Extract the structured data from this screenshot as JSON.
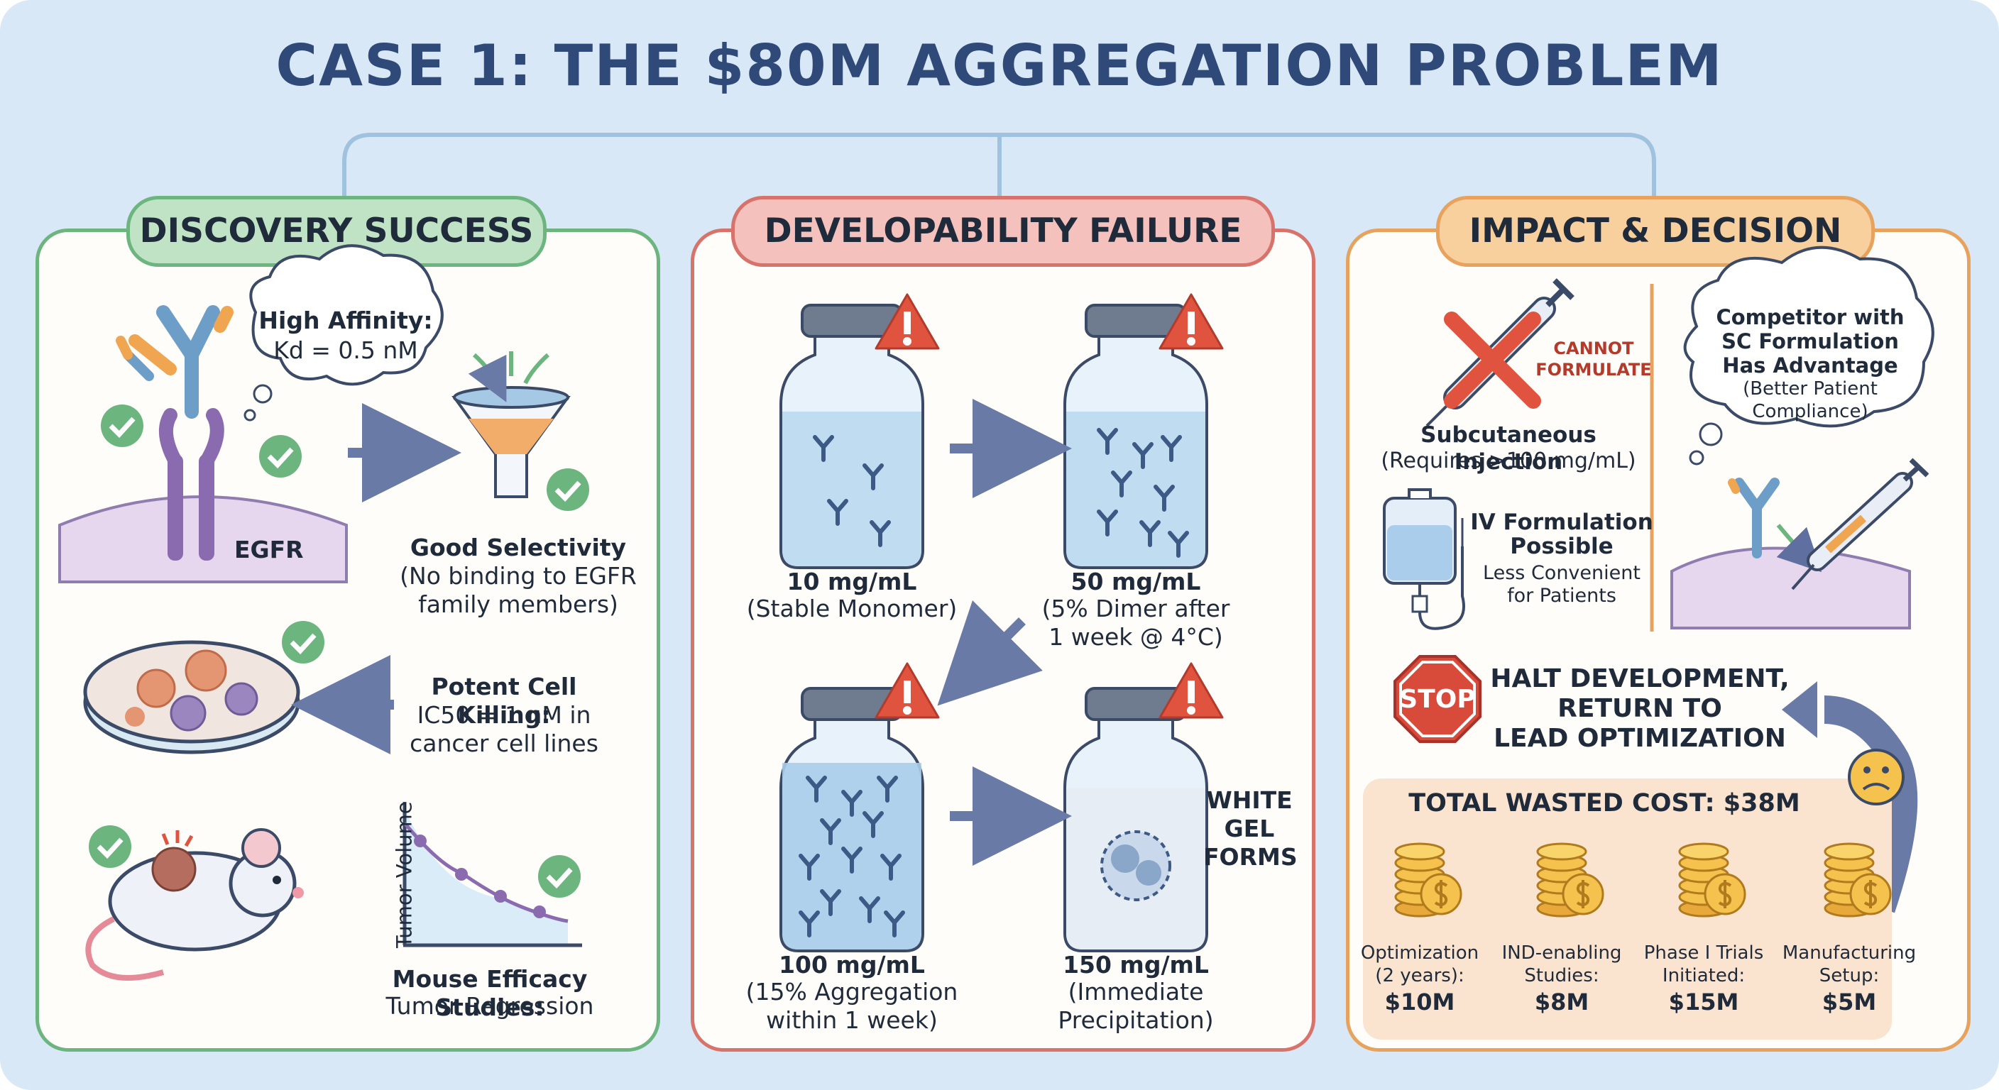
{
  "title": "CASE 1: THE $80M AGGREGATION PROBLEM",
  "colors": {
    "background": "#d8e8f6",
    "title": "#2f4a78",
    "success": "#6db57e",
    "failure": "#d8736c",
    "impact": "#e7a35e"
  },
  "discovery": {
    "header": "DISCOVERY SUCCESS",
    "affinity_title": "High Affinity:",
    "affinity_value": "Kd = 0.5 nM",
    "receptor_label": "EGFR",
    "selectivity_title": "Good Selectivity",
    "selectivity_line1": "(No binding to EGFR",
    "selectivity_line2": "family members)",
    "killing_title": "Potent Cell Killing:",
    "killing_line1": "IC50 = 1 nM in",
    "killing_line2": "cancer cell lines",
    "graph_ylabel": "Tumor Volume",
    "efficacy_title": "Mouse Efficacy Studies:",
    "efficacy_sub": "Tumor Regression",
    "icons": [
      "antibody-icon",
      "checkmark-icon",
      "funnel-icon",
      "petri-dish-icon",
      "mouse-icon"
    ]
  },
  "developability": {
    "header": "DEVELOPABILITY FAILURE",
    "vials": [
      {
        "conc": "10 mg/mL",
        "line1": "(Stable Monomer)",
        "line2": ""
      },
      {
        "conc": "50 mg/mL",
        "line1": "(5% Dimer after",
        "line2": "1 week @ 4°C)"
      },
      {
        "conc": "100 mg/mL",
        "line1": "(15% Aggregation",
        "line2": "within 1 week)"
      },
      {
        "conc": "150 mg/mL",
        "line1": "(Immediate",
        "line2": "Precipitation)"
      }
    ],
    "gel_label_1": "WHITE",
    "gel_label_2": "GEL",
    "gel_label_3": "FORMS",
    "icons": [
      "vial-icon",
      "warning-icon",
      "arrow-icon"
    ]
  },
  "impact": {
    "header": "IMPACT & DECISION",
    "cannot_1": "CANNOT",
    "cannot_2": "FORMULATE",
    "subq_title": "Subcutaneous Injection",
    "subq_sub": "(Requires >100 mg/mL)",
    "iv_title_1": "IV Formulation",
    "iv_title_2": "Possible",
    "iv_sub_1": "Less Convenient",
    "iv_sub_2": "for Patients",
    "competitor_1": "Competitor with",
    "competitor_2": "SC Formulation",
    "competitor_3": "Has Advantage",
    "competitor_4": "(Better Patient",
    "competitor_5": "Compliance)",
    "stop_sign": "STOP",
    "halt_1": "HALT DEVELOPMENT,",
    "halt_2": "RETURN TO",
    "halt_3": "LEAD OPTIMIZATION",
    "total_cost": "TOTAL WASTED COST: $38M",
    "costs": [
      {
        "line1": "Optimization",
        "line2": "(2 years):",
        "amount": "$10M"
      },
      {
        "line1": "IND-enabling",
        "line2": "Studies:",
        "amount": "$8M"
      },
      {
        "line1": "Phase I Trials",
        "line2": "Initiated:",
        "amount": "$15M"
      },
      {
        "line1": "Manufacturing",
        "line2": "Setup:",
        "amount": "$5M"
      }
    ],
    "icons": [
      "syringe-icon",
      "iv-bag-icon",
      "stop-sign-icon",
      "sad-face-icon",
      "coin-stack-icon"
    ]
  }
}
